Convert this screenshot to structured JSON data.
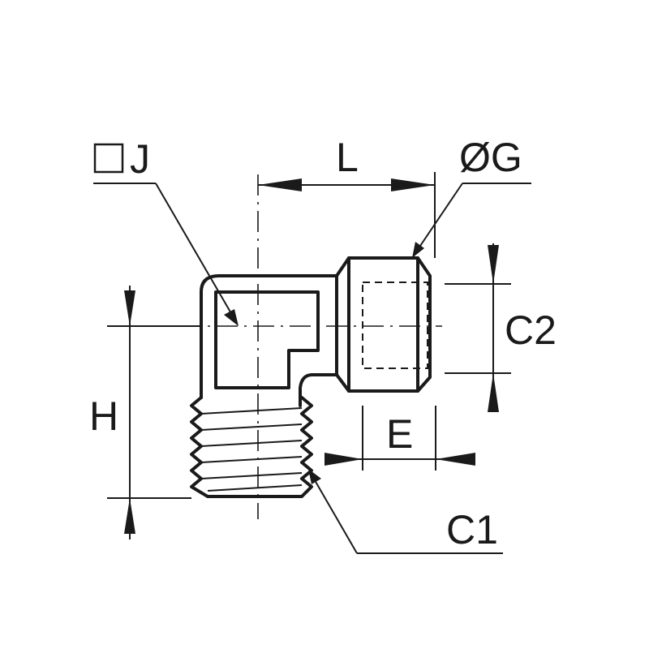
{
  "diagram": {
    "labels": {
      "square_j": "J",
      "length": "L",
      "diameter": "ØG",
      "height": "H",
      "thread_length": "E",
      "thread_male": "C1",
      "thread_female": "C2"
    }
  }
}
